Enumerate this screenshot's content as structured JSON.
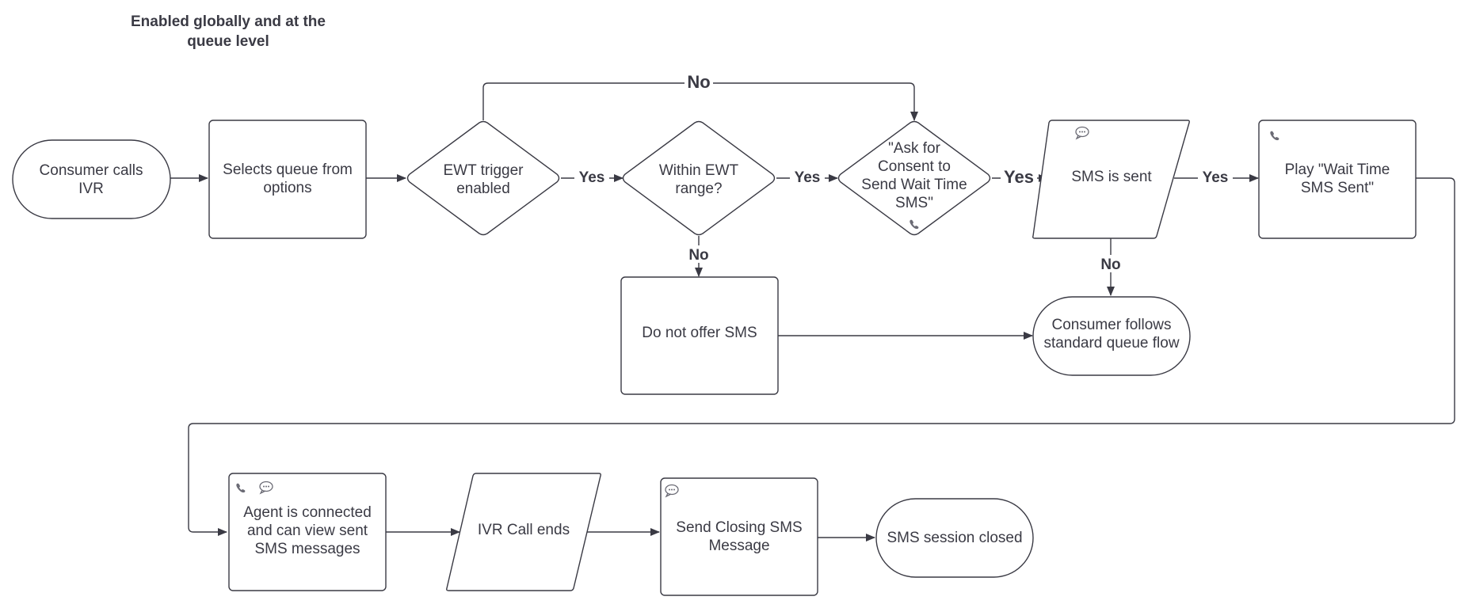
{
  "header": {
    "line1": "Enabled globally and at the",
    "line2": "queue level"
  },
  "nodes": {
    "consumer_calls": [
      "Consumer calls",
      "IVR"
    ],
    "selects_queue": [
      "Selects queue from",
      "options"
    ],
    "ewt_trigger": [
      "EWT trigger",
      "enabled"
    ],
    "within_ewt": [
      "Within EWT",
      "range?"
    ],
    "ask_consent": [
      "\"Ask for",
      "Consent to",
      "Send Wait Time",
      "SMS\""
    ],
    "sms_sent": [
      "SMS is sent"
    ],
    "play_wait": [
      "Play \"Wait Time",
      "SMS Sent\""
    ],
    "do_not_offer": [
      "Do not offer SMS"
    ],
    "consumer_follows": [
      "Consumer follows",
      "standard queue flow"
    ],
    "agent_connected": [
      "Agent is connected",
      "and can view sent",
      "SMS messages"
    ],
    "ivr_ends": [
      "IVR Call ends"
    ],
    "send_closing": [
      "Send Closing SMS",
      "Message"
    ],
    "session_closed": [
      "SMS session closed"
    ]
  },
  "edge_labels": {
    "ewt_yes": "Yes",
    "within_yes": "Yes",
    "consent_yes": "Yes",
    "sent_yes": "Yes",
    "top_no": "No",
    "within_no": "No",
    "sent_no": "No"
  },
  "icons": {
    "phone": "phone-icon",
    "chat": "chat-bubble-icon"
  },
  "colors": {
    "stroke": "#3a3a44",
    "text": "#3a3a44",
    "background": "#ffffff"
  }
}
